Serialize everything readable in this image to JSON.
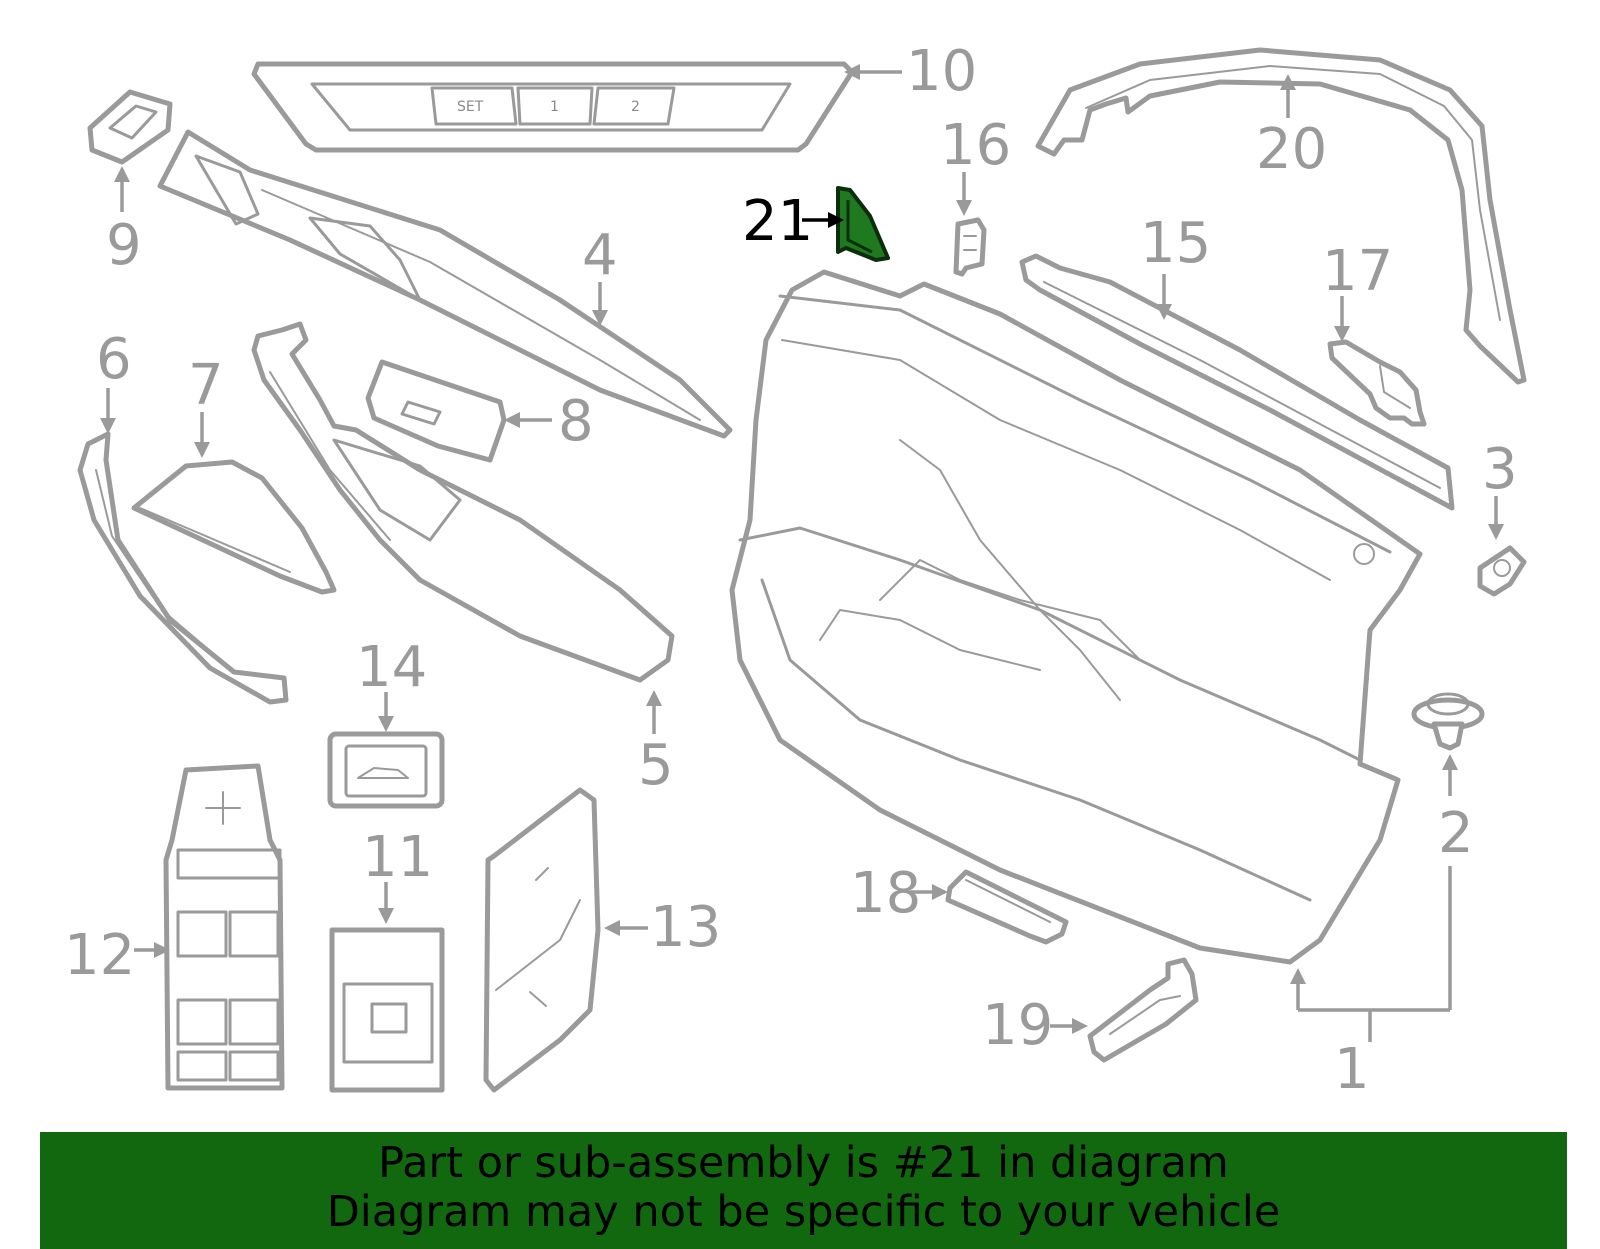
{
  "diagram": {
    "callouts": [
      "1",
      "2",
      "3",
      "4",
      "5",
      "6",
      "7",
      "8",
      "9",
      "10",
      "11",
      "12",
      "13",
      "14",
      "15",
      "16",
      "17",
      "18",
      "19",
      "20",
      "21"
    ],
    "highlight_part": "21",
    "highlight_color": "#1f7a1f",
    "line_color": "#9a9a9a",
    "switch_labels": {
      "set": "SET",
      "one": "1",
      "two": "2"
    }
  },
  "banner": {
    "line1": "Part or sub-assembly is #21 in diagram",
    "line2": "Diagram may not be specific to your vehicle",
    "background": "#12680f"
  }
}
